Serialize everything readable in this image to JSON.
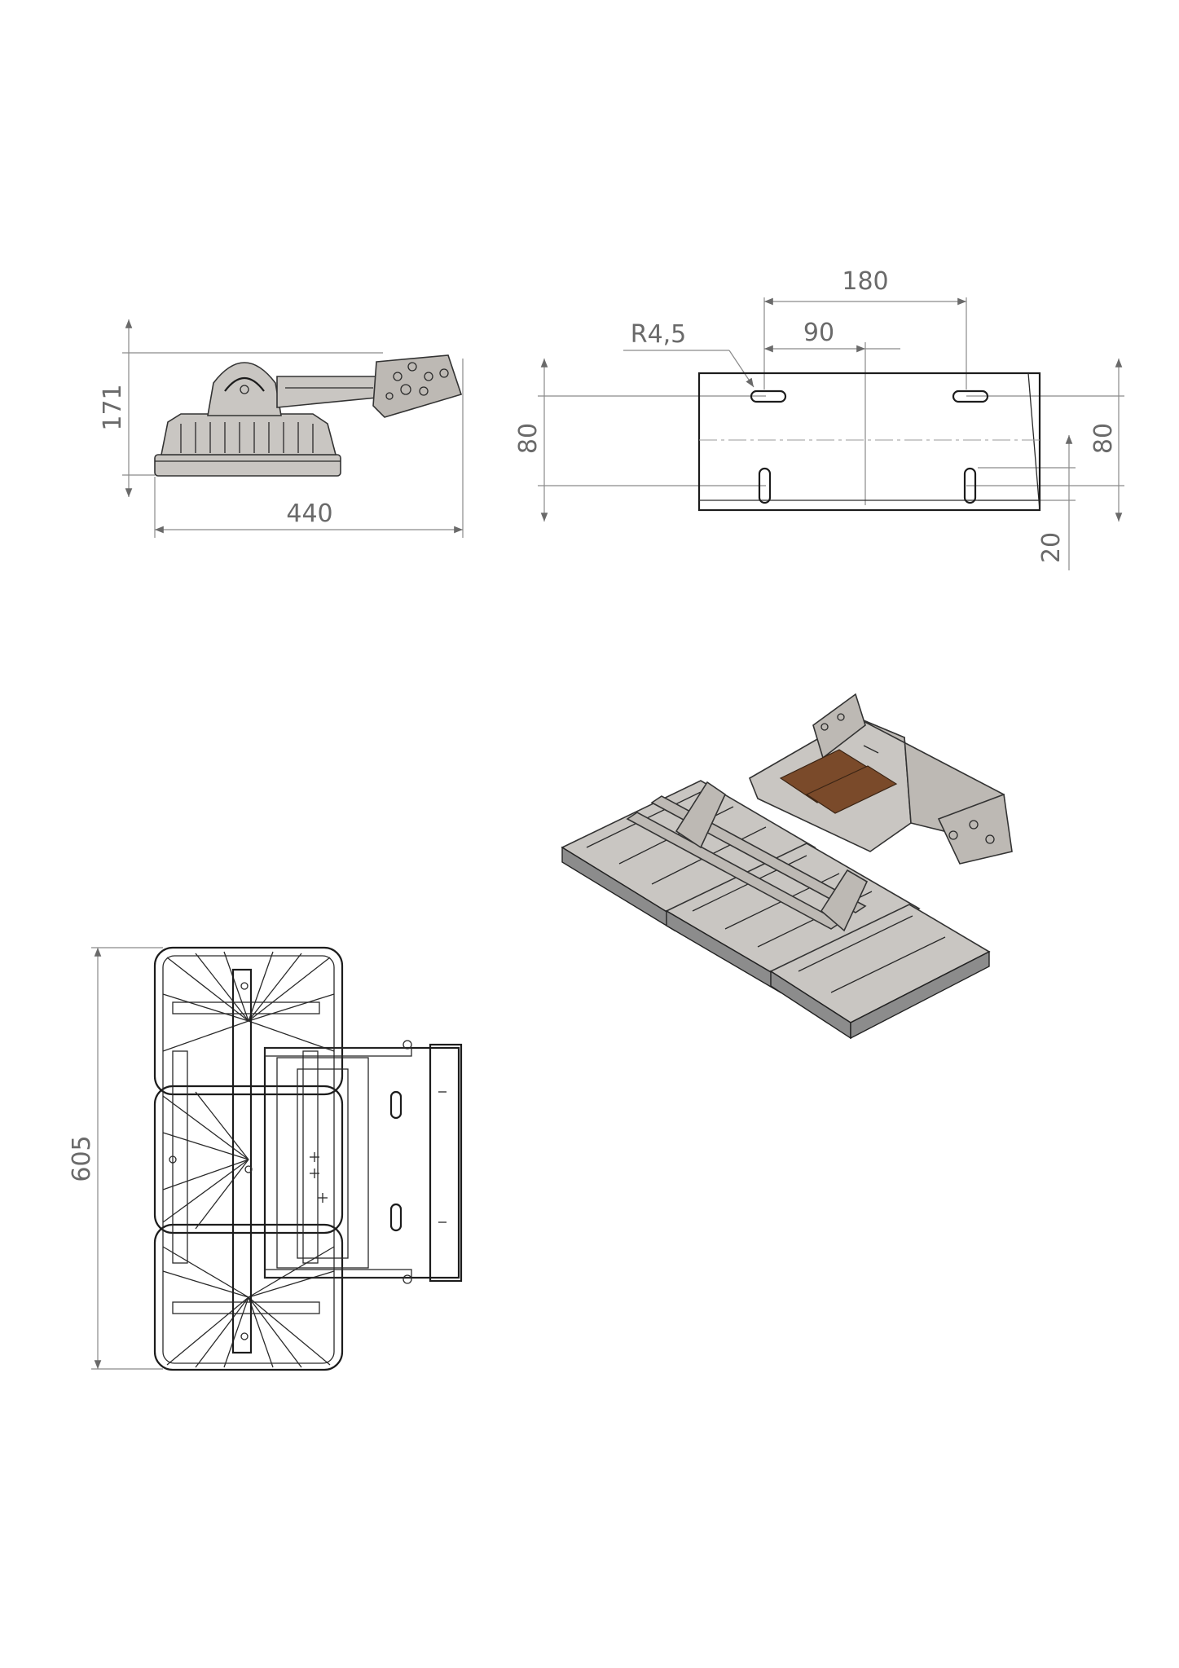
{
  "dimensions": {
    "side_view": {
      "height": "171",
      "width": "440"
    },
    "bracket_view": {
      "slot_spacing_outer": "180",
      "slot_offset_center": "90",
      "slot_radius": "R4,5",
      "height_left": "80",
      "height_right": "80",
      "bottom_offset": "20"
    },
    "top_view": {
      "length": "605"
    }
  },
  "colors": {
    "line": "#1c1c1c",
    "dimension": "#6a6a6a",
    "led_strip": "#7a4a2a",
    "body_fill": "#c9c6c2"
  }
}
